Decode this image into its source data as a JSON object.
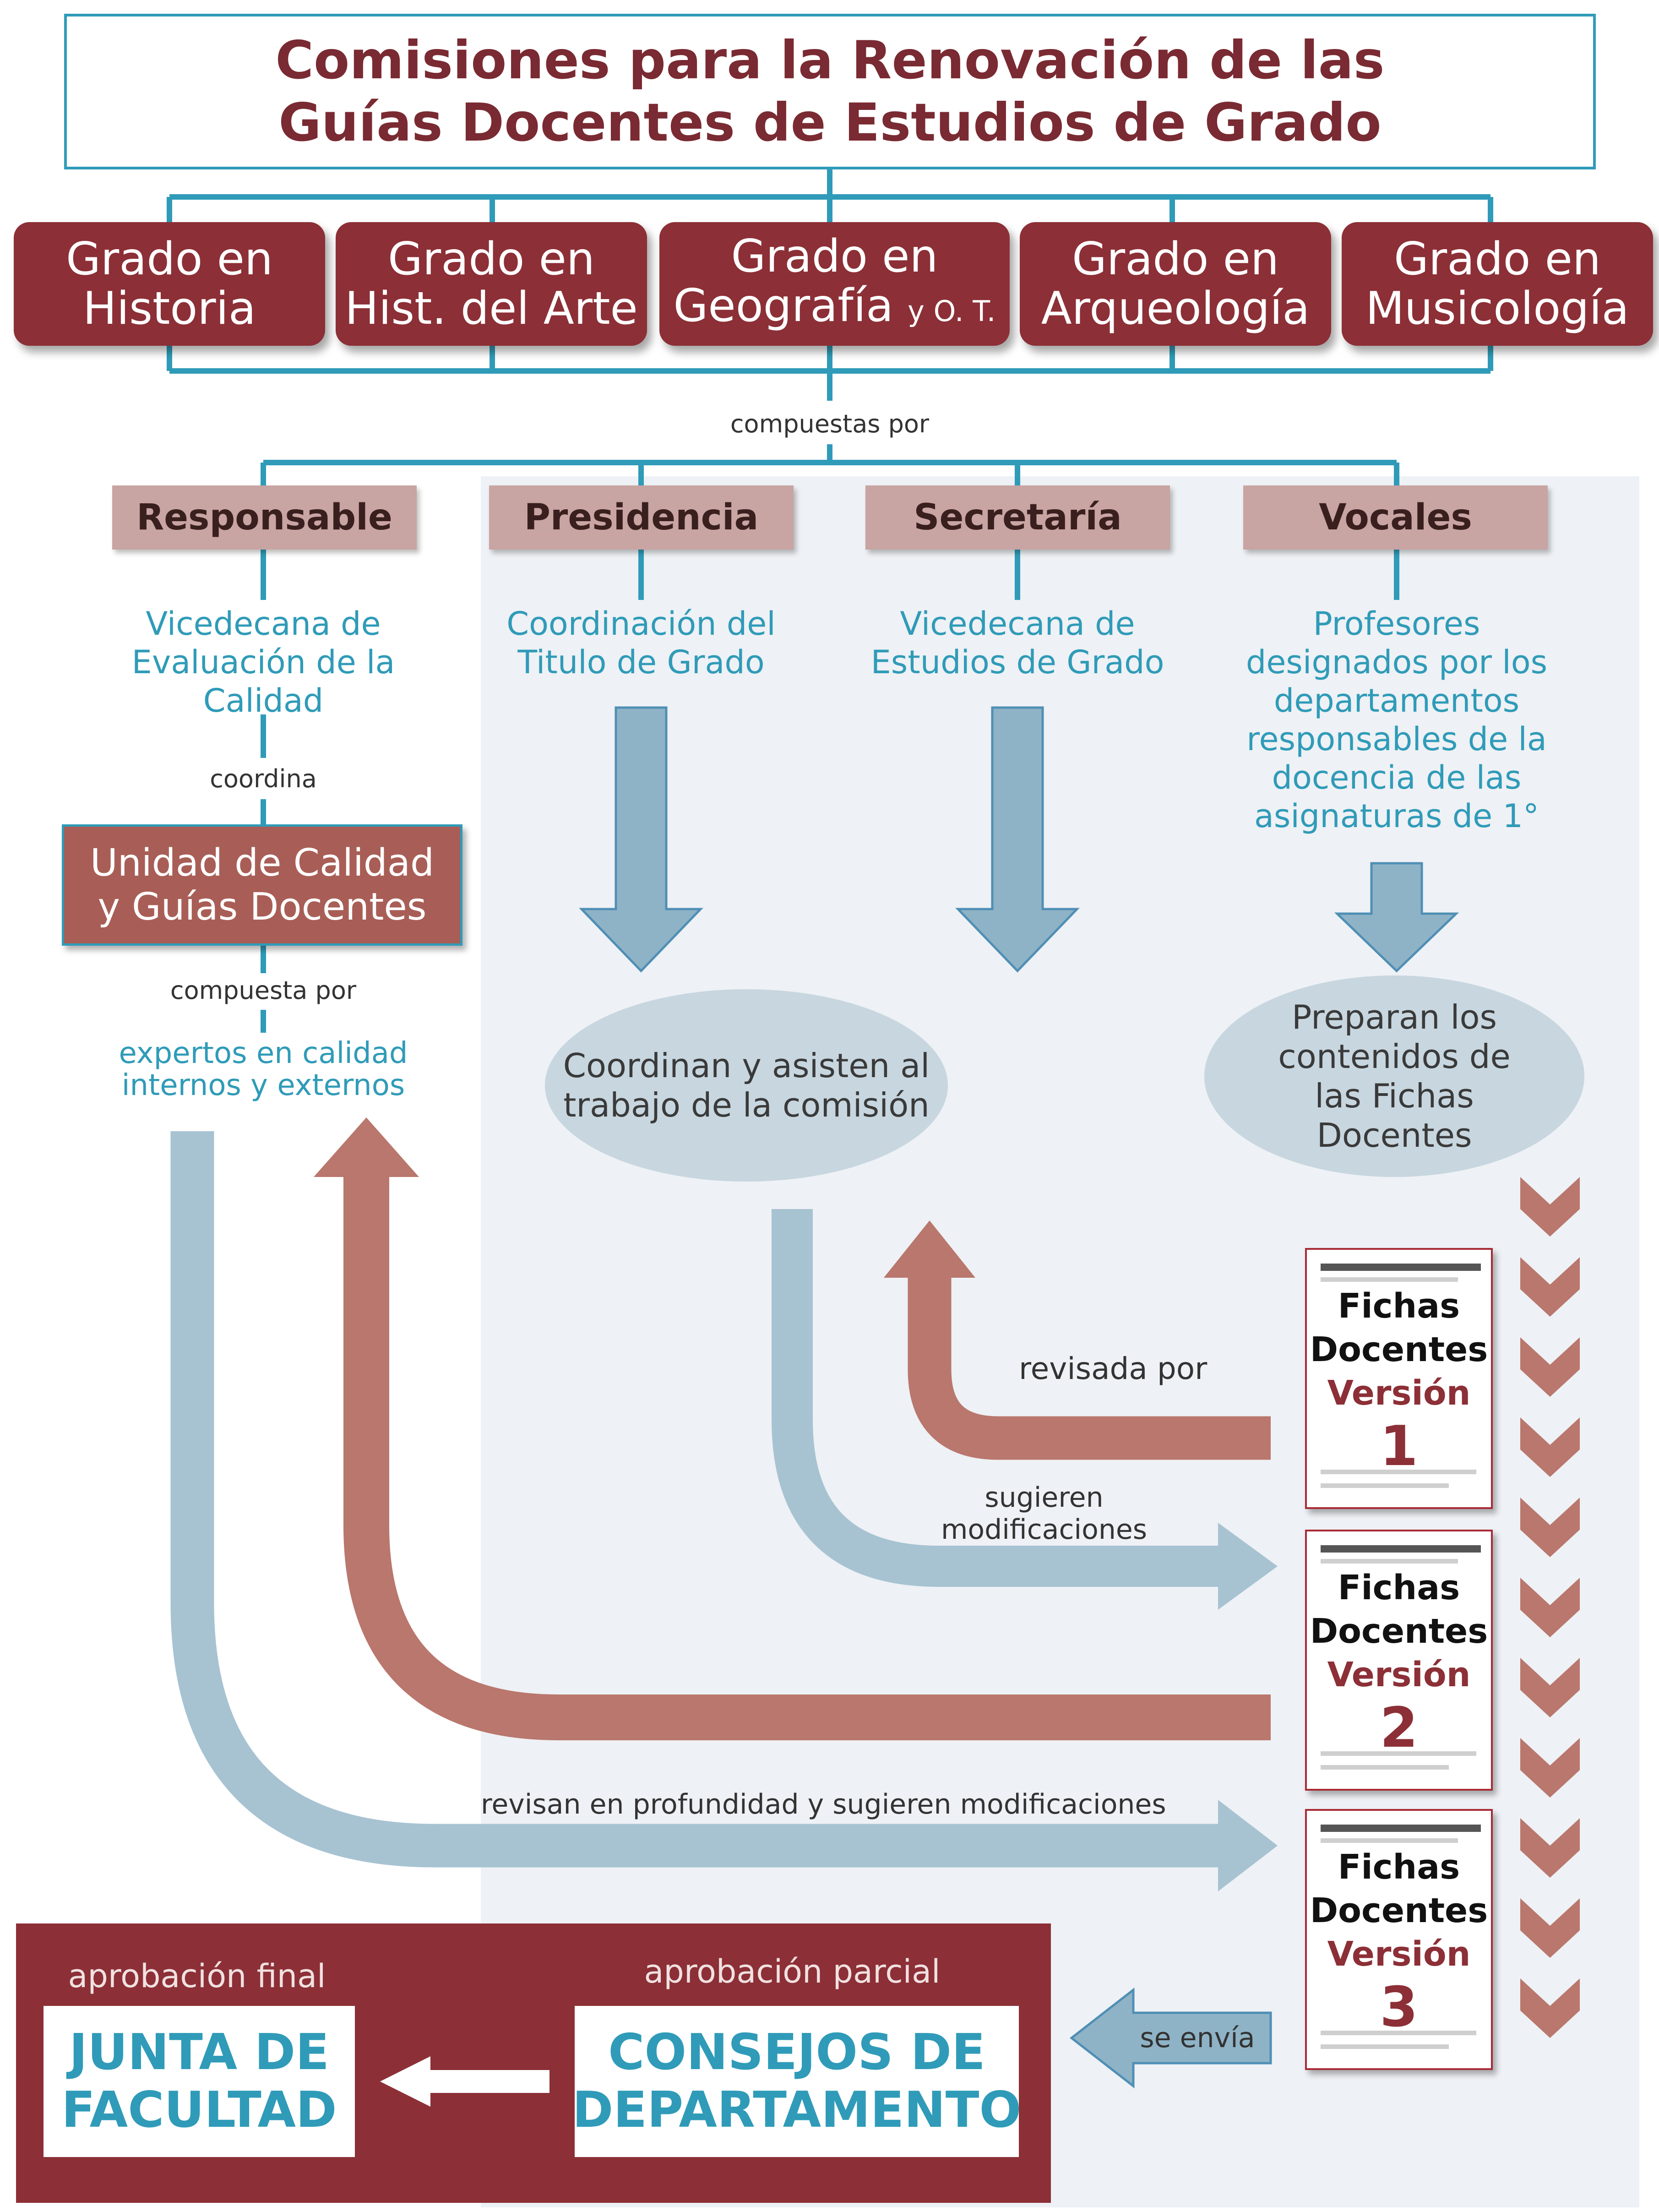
{
  "title": {
    "line1": "Comisiones para la Renovación de las",
    "line2": "Guías Docentes de Estudios de Grado"
  },
  "grados": [
    {
      "line1": "Grado en",
      "line2": "Historia"
    },
    {
      "line1": "Grado en",
      "line2": "Hist. del Arte"
    },
    {
      "line1": "Grado en",
      "line2": "Geografía",
      "suffix": "y O. T."
    },
    {
      "line1": "Grado en",
      "line2": "Arqueología"
    },
    {
      "line1": "Grado en",
      "line2": "Musicología"
    }
  ],
  "compuestas_por": "compuestas por",
  "roles": [
    {
      "label": "Responsable",
      "desc": [
        "Vicedecana de",
        "Evaluación de la",
        "Calidad"
      ]
    },
    {
      "label": "Presidencia",
      "desc": [
        "Coordinación del",
        "Titulo de Grado"
      ]
    },
    {
      "label": "Secretaría",
      "desc": [
        "Vicedecana de",
        "Estudios de Grado"
      ]
    },
    {
      "label": "Vocales",
      "desc": [
        "Profesores",
        "designados por los",
        "departamentos",
        "responsables de la",
        "docencia de las",
        "asignaturas de 1°"
      ]
    }
  ],
  "coordina": "coordina",
  "unidad": {
    "line1": "Unidad de Calidad",
    "line2": "y Guías Docentes"
  },
  "compuesta_por": "compuesta por",
  "expertos": {
    "line1": "expertos en calidad",
    "line2": "internos y externos"
  },
  "ellipse_coord": {
    "line1": "Coordinan y asisten al",
    "line2": "trabajo de la comisión"
  },
  "ellipse_prep": {
    "line1": "Preparan los",
    "line2": "contenidos de",
    "line3": "las Fichas",
    "line4": "Docentes"
  },
  "revisada_por": "revisada por",
  "sugieren": {
    "line1": "sugieren",
    "line2": "modificaciones"
  },
  "revisan": "revisan en profundidad y sugieren modificaciones",
  "se_envia": "se envía",
  "fichas": [
    {
      "l1": "Fichas",
      "l2": "Docentes",
      "l3": "Versión",
      "l4": "1"
    },
    {
      "l1": "Fichas",
      "l2": "Docentes",
      "l3": "Versión",
      "l4": "2"
    },
    {
      "l1": "Fichas",
      "l2": "Docentes",
      "l3": "Versión",
      "l4": "3"
    }
  ],
  "aprobacion_final": "aprobación final",
  "aprobacion_parcial": "aprobación parcial",
  "junta": {
    "line1": "JUNTA DE",
    "line2": "FACULTAD"
  },
  "consejos": {
    "line1": "CONSEJOS DE",
    "line2": "DEPARTAMENTO"
  },
  "colors": {
    "maroon": "#8c2f36",
    "teal": "#2f9bb8",
    "blue_arrow": "#8fb3c6",
    "rose_arrow": "#b9776d",
    "pink_label": "#c8a4a2"
  }
}
